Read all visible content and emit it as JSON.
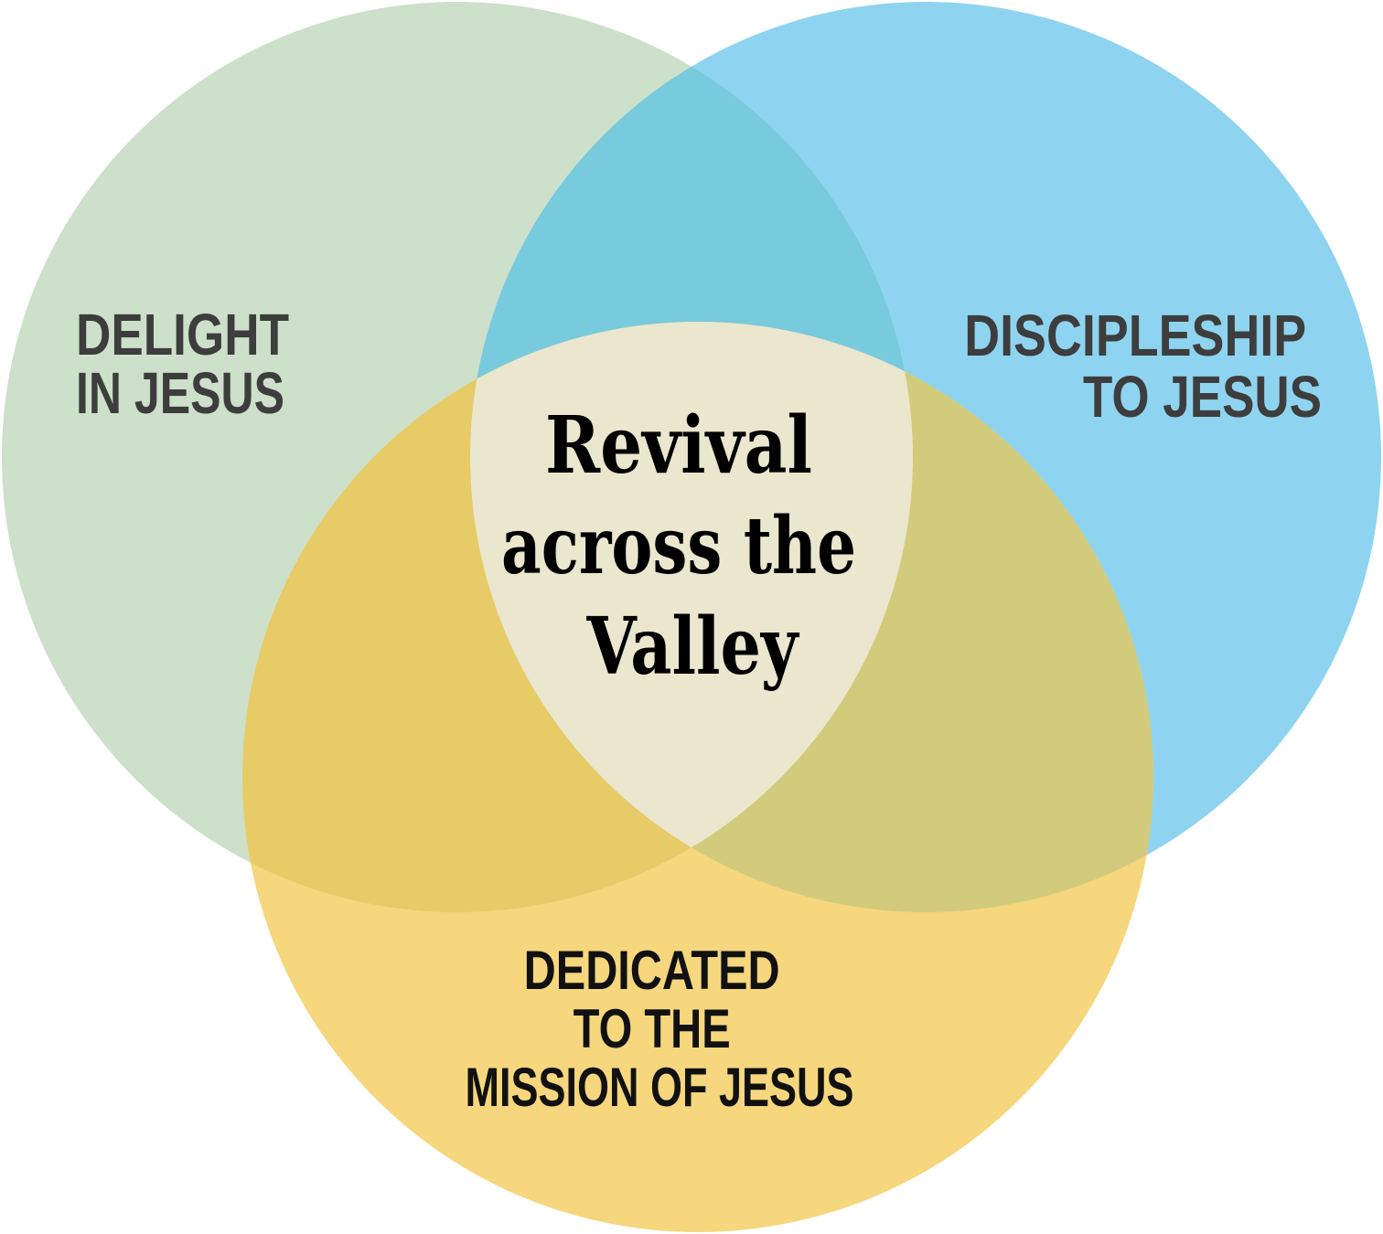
{
  "background_color": "#ffffff",
  "venn": {
    "circles": [
      {
        "name": "delight",
        "label": "DELIGHT IN JESUS",
        "label_lines": [
          "DELIGHT",
          "IN JESUS"
        ],
        "fill": "#cde0ca",
        "label_color": "#3d3d3d"
      },
      {
        "name": "discipleship",
        "label": "DISCIPLESHIP TO JESUS",
        "label_lines": [
          "DISCIPLESHIP",
          "TO JESUS"
        ],
        "fill": "#8ed4f0",
        "label_color": "#3d3d3d"
      },
      {
        "name": "dedicated",
        "label": "DEDICATED TO THE MISSION OF JESUS",
        "label_lines": [
          "DEDICATED",
          "TO THE",
          "MISSION OF JESUS"
        ],
        "fill": "#f6d77d",
        "label_color": "#111111"
      }
    ],
    "overlaps": {
      "delight_discipleship": "#78cadd",
      "delight_dedicated": "#e6cb67",
      "discipleship_dedicated": "#d3cb7c",
      "center": "#eae7ce"
    },
    "center_label": {
      "text": "Revival across the Valley",
      "lines": [
        "Revival",
        "across the",
        "Valley"
      ],
      "color": "#000000"
    }
  }
}
